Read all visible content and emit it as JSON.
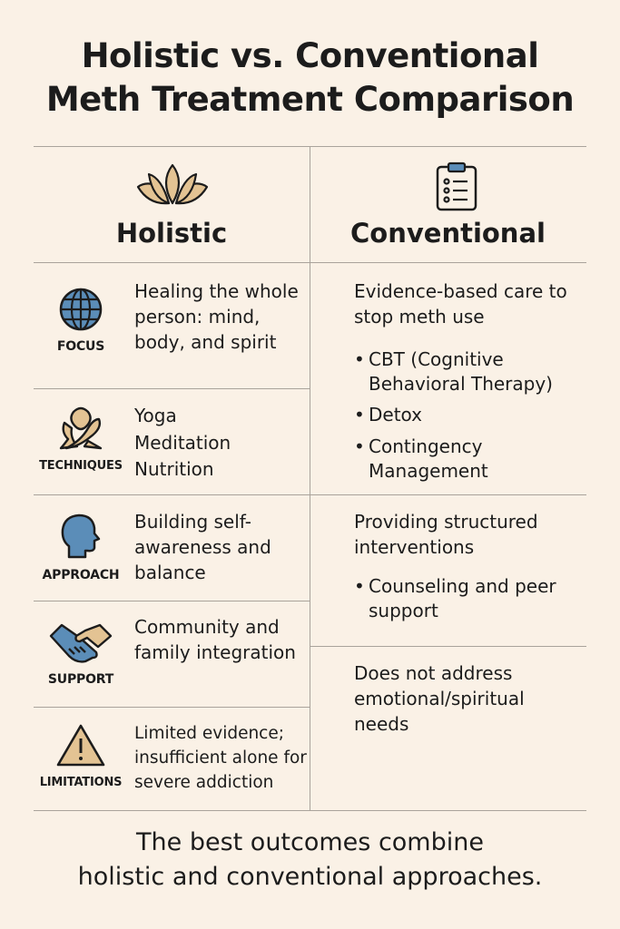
{
  "title": {
    "line1": "Holistic vs. Conventional",
    "line2": "Meth Treatment Comparison"
  },
  "columns": {
    "holistic": "Holistic",
    "conventional": "Conventional"
  },
  "holistic_rows": [
    {
      "label": "FOCUS",
      "icon": "globe-icon",
      "text": "Healing the whole person: mind, body, and spirit"
    },
    {
      "label": "TECHNIQUES",
      "icon": "yoga-pose-icon",
      "text_lines": [
        "Yoga",
        "Meditation",
        "Nutrition"
      ]
    },
    {
      "label": "APPROACH",
      "icon": "head-profile-icon",
      "text": "Building self-awareness and balance"
    },
    {
      "label": "SUPPORT",
      "icon": "handshake-icon",
      "text": "Community and family integration"
    },
    {
      "label": "LIMITATIONS",
      "icon": "warning-icon",
      "text": "Limited evidence; insufficient alone for severe addiction"
    }
  ],
  "conventional": {
    "section1": {
      "text": "Evidence-based care to stop meth use",
      "bullets": [
        "CBT (Cognitive Behavioral Therapy)",
        "Detox",
        "Contingency Management"
      ]
    },
    "section2": {
      "text": "Providing structured interventions",
      "bullets": [
        "Counseling and peer support"
      ]
    },
    "section3": {
      "text": "Does not address emotional/spiritual needs"
    }
  },
  "footer": {
    "line1": "The best outcomes combine",
    "line2": "holistic and conventional approaches."
  },
  "colors": {
    "background": "#faf1e6",
    "tan": "#e3c393",
    "blue": "#5b8db8",
    "line": "#a9a39b"
  }
}
